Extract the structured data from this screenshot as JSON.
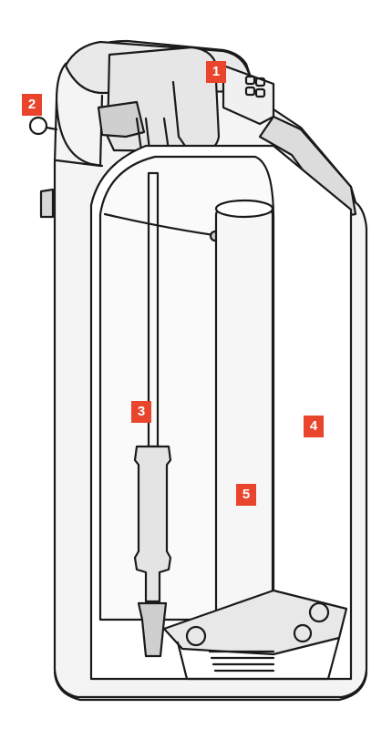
{
  "colors": {
    "marker": "#e8452c",
    "outline": "#1a1a1a",
    "fill_light": "#f4f4f4",
    "fill_shade": "#dcdcdc"
  },
  "markers": [
    {
      "label": "1"
    },
    {
      "label": "2"
    },
    {
      "label": "3"
    },
    {
      "label": "4"
    },
    {
      "label": "5"
    }
  ]
}
